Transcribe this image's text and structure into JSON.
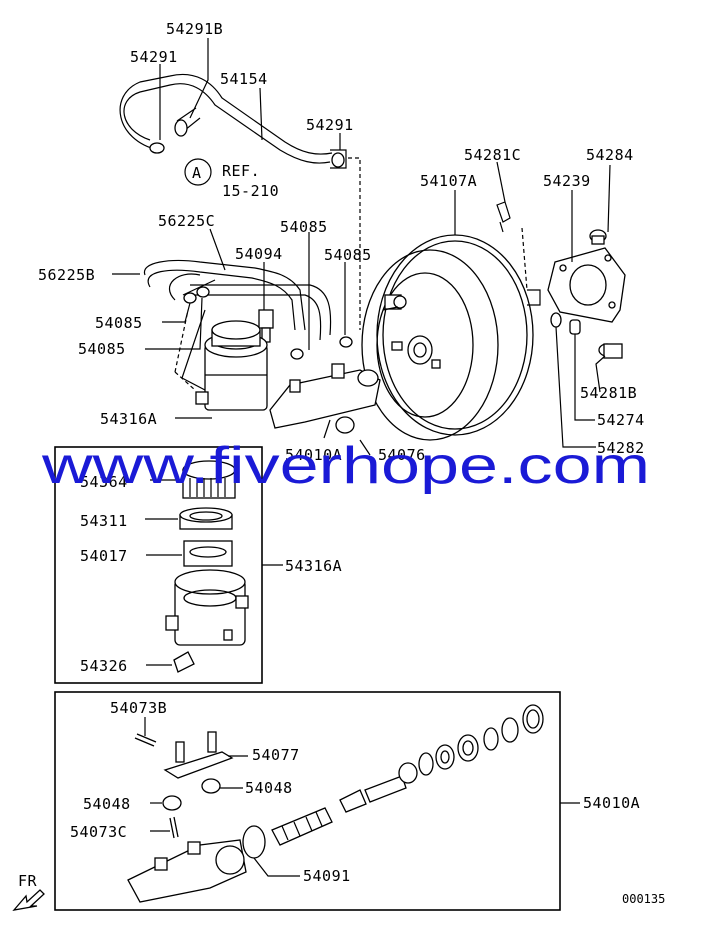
{
  "watermark": "www.fiverhope.com",
  "diagram_code": "000135",
  "reference": {
    "circle_letter": "A",
    "line1": "REF.",
    "line2": "15-210"
  },
  "direction_marker": "FR",
  "labels": {
    "l54291B": "54291B",
    "l54291a": "54291",
    "l54154": "54154",
    "l54291b": "54291",
    "l54281C": "54281C",
    "l54284": "54284",
    "l54107A": "54107A",
    "l54239": "54239",
    "l56225C": "56225C",
    "l54085a": "54085",
    "l54094": "54094",
    "l54085b": "54085",
    "l56225B": "56225B",
    "l54085c": "54085",
    "l54085d": "54085",
    "l54316Aa": "54316A",
    "l54281B": "54281B",
    "l54274": "54274",
    "l54282": "54282",
    "l54010": "54010A",
    "l54076": "54076",
    "l54364": "54364",
    "l54311": "54311",
    "l54017": "54017",
    "l54316Ab": "54316A",
    "l54326": "54326",
    "l54073B": "54073B",
    "l54077": "54077",
    "l54048a": "54048",
    "l54048b": "54048",
    "l54073C": "54073C",
    "l54010A": "54010A",
    "l54091": "54091"
  }
}
